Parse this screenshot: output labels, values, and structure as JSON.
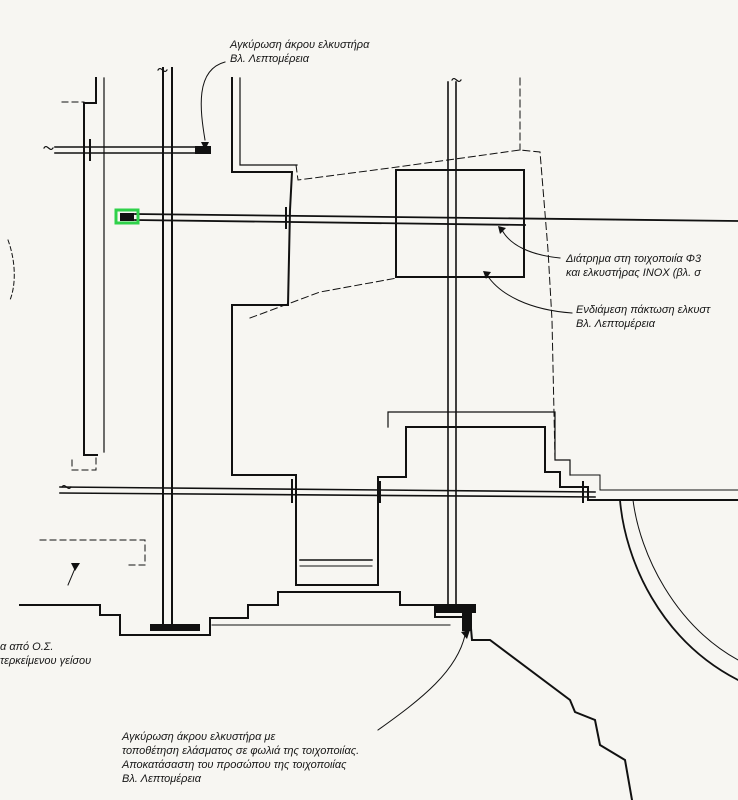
{
  "annotations": {
    "top_anchor": {
      "line1": "Αγκύρωση άκρου ελκυστήρα",
      "line2": "Βλ. Λεπτομέρεια"
    },
    "wall_bore": {
      "line1": "Διάτρημα στη τοιχοποιία Φ3",
      "line2": "και ελκυστήρας INOX (βλ. σ"
    },
    "intermediate_anchor": {
      "line1": "Ενδιάμεση πάκτωση ελκυστ",
      "line2": "Βλ. Λεπτομέρεια"
    },
    "left_cut": {
      "line1": "α από Ο.Σ.",
      "line2": "τερκείμενου γείσου"
    },
    "bottom_anchor": {
      "line1": "Αγκύρωση άκρου ελκυστήρα με",
      "line2": "τοποθέτηση ελάσματος σε φωλιά της τοιχοποιίας.",
      "line3": "Αποκατάσαστη του προσώπου της τοιχοποιίας",
      "line4": "Βλ. Λεπτομέρεια"
    }
  },
  "colors": {
    "ink": "#111111",
    "paper": "#f7f6f2",
    "highlight": "#2fd14a"
  }
}
